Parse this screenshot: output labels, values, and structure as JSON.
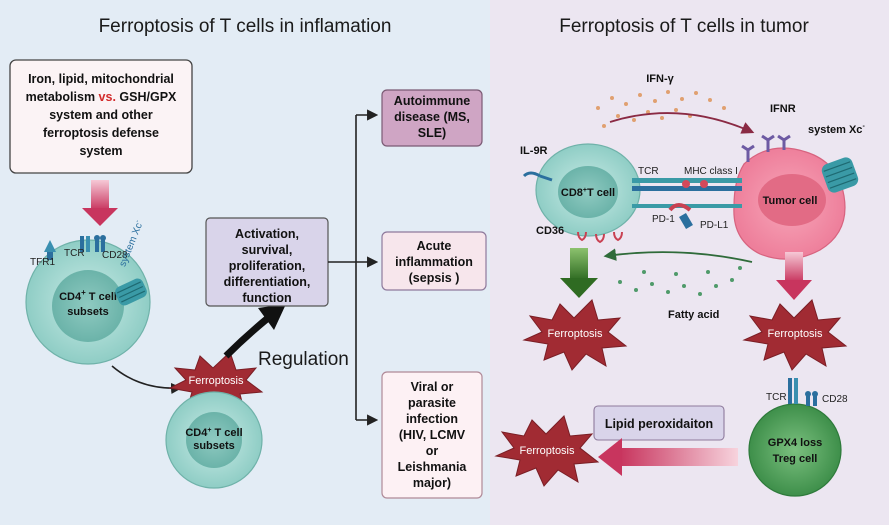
{
  "panels": {
    "left_title": "Ferroptosis of T cells in inflamation",
    "right_title": "Ferroptosis of T cells in tumor"
  },
  "colors": {
    "left_bg": "#e3ecf5",
    "right_bg": "#ece6f1",
    "box_pink": "#f7e6ec",
    "box_purple": "#d9d4ea",
    "box_mauve": "#cfa5c4",
    "cell_teal": "#a9d8d2",
    "star_red": "#a12b33",
    "arrow_pink": "#d65a7a",
    "arrow_green": "#3f7d2e",
    "receptor_blue": "#2b6f9e",
    "ifn_orange": "#e07b2a",
    "tumor_pink": "#f28aa4"
  },
  "left": {
    "metabolism_box": {
      "line1": "Iron, lipid, mitochondrial",
      "line2_pre": "metabolism ",
      "line2_vs": "vs.",
      "line2_post": " GSH/GPX",
      "line3": "system and other",
      "line4": "ferroptosis defense",
      "line5": "system"
    },
    "cd4_cell": {
      "name_line1": "CD4",
      "name_sup": "+",
      "name_line1b": " T cell",
      "name_line2": "subsets",
      "tfr1": "TFR1",
      "tcr": "TCR",
      "cd28": "CD28",
      "system_xc": "system Xc",
      "system_xc_sup": "-"
    },
    "ferroptosis_star": "Ferroptosis",
    "cd4_small": {
      "name_line1": "CD4",
      "name_sup": "+",
      "name_line1b": " T cell",
      "name_line2": "subsets"
    },
    "activation_box": [
      "Activation,",
      "survival,",
      "proliferation,",
      "differentiation,",
      "function"
    ],
    "regulation": "Regulation",
    "autoimmune_box": [
      "Autoimmune",
      "disease (MS,",
      "SLE)"
    ],
    "acute_box": [
      "Acute",
      "inflammation",
      "(sepsis )"
    ],
    "viral_box": [
      "Viral or",
      "parasite",
      "infection",
      "(HIV, LCMV",
      "or",
      "Leishmania",
      "major)"
    ]
  },
  "right": {
    "ifn": "IFN-γ",
    "ifnr": "IFNR",
    "system_xc": "system Xc",
    "system_xc_sup": "-",
    "il9r": "IL-9R",
    "cd8_cell": {
      "name_pre": "CD8",
      "name_sup": "+",
      "name_post": "T cell"
    },
    "tcr": "TCR",
    "mhc": "MHC class I",
    "pd1": "PD-1",
    "pdl1": "PD-L1",
    "tumor_cell": "Tumor cell",
    "cd36": "CD36",
    "fatty_acid": "Fatty acid",
    "ferroptosis_left": "Ferroptosis",
    "ferroptosis_right": "Ferroptosis",
    "treg": {
      "tcr": "TCR",
      "cd28": "CD28",
      "line1": "GPX4 loss",
      "line2": "Treg cell"
    },
    "lipid_box": "Lipid peroxidaiton",
    "ferroptosis_bottom": "Ferroptosis"
  }
}
